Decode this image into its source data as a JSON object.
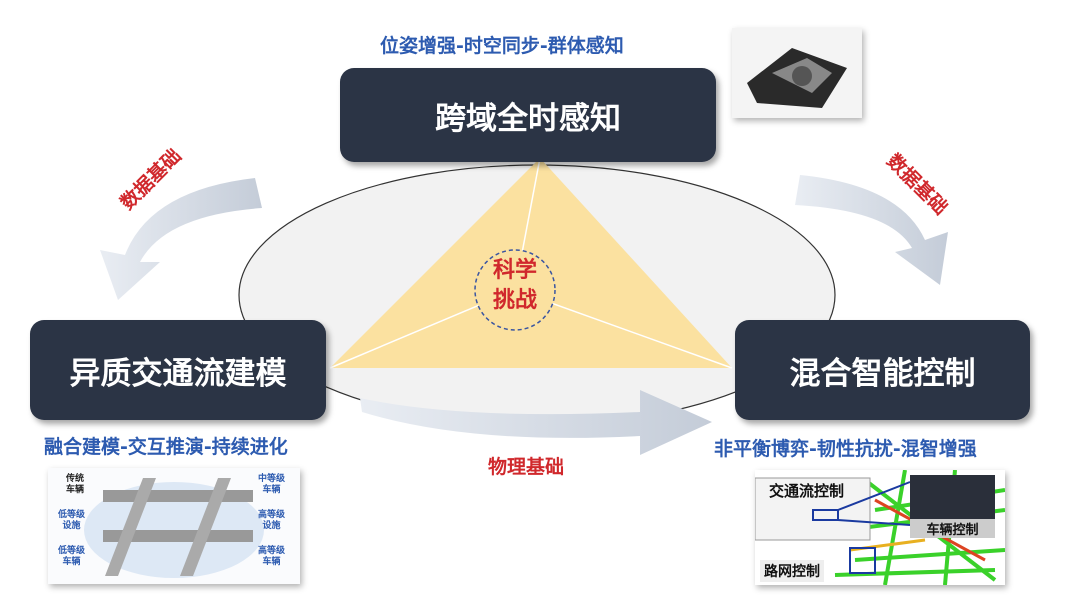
{
  "top": {
    "subtitle": "位姿增强-时空同步-群体感知",
    "title": "跨域全时感知"
  },
  "left": {
    "title": "异质交通流建模",
    "subtitle": "融合建模-交互推演-持续进化"
  },
  "right": {
    "title": "混合智能控制",
    "subtitle": "非平衡博弈-韧性抗扰-混智增强"
  },
  "center": {
    "line1": "科学",
    "line2": "挑战"
  },
  "arrows": {
    "left": "数据基础",
    "right": "数据基础",
    "bottom": "物理基础"
  },
  "left_image": {
    "labels": [
      {
        "l1": "传统",
        "l2": "车辆"
      },
      {
        "l1": "中等级",
        "l2": "车辆"
      },
      {
        "l1": "低等级",
        "l2": "设施"
      },
      {
        "l1": "高等级",
        "l2": "设施"
      },
      {
        "l1": "低等级",
        "l2": "车辆"
      },
      {
        "l1": "高等级",
        "l2": "车辆"
      }
    ]
  },
  "right_image": {
    "traffic": "交通流控制",
    "vehicle": "车辆控制",
    "network": "路网控制"
  },
  "colors": {
    "box": "#2b3445",
    "blue": "#2d5bb0",
    "red": "#d0282c",
    "triangle": "#fbe1a0"
  }
}
